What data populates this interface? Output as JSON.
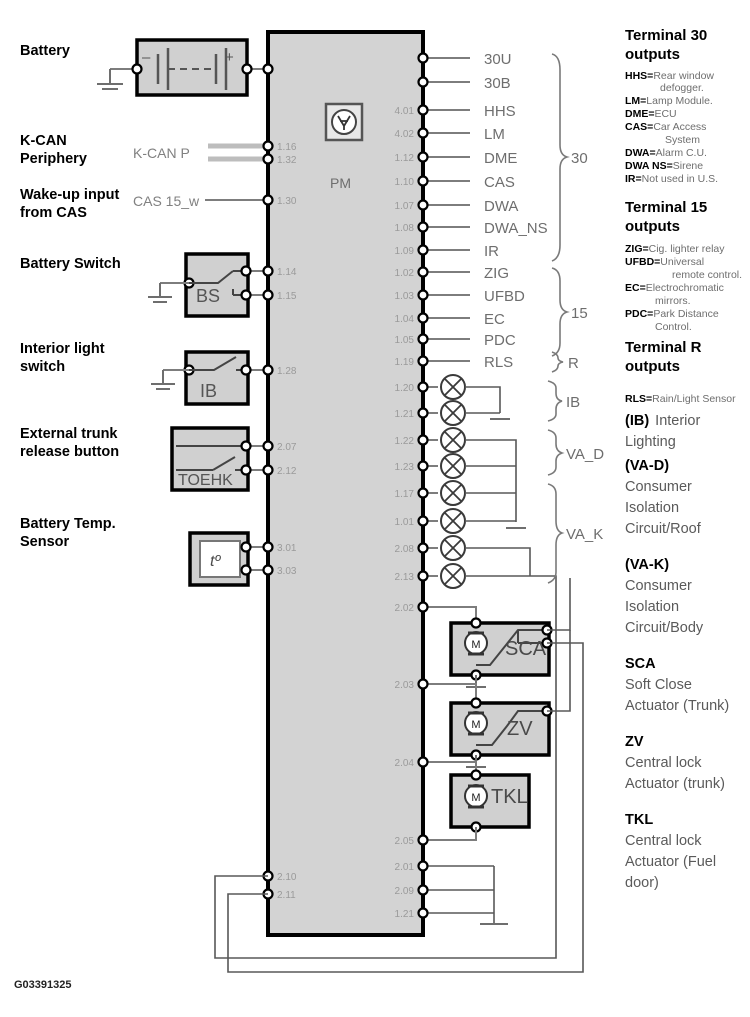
{
  "diagram": {
    "id_code": "G03391325",
    "module_label": "PM",
    "module_symbol": "microprocessor-icon"
  },
  "left_labels": [
    {
      "text": "Battery",
      "lines": [
        "Battery"
      ]
    },
    {
      "text": "K-CAN Periphery",
      "lines": [
        "K-CAN",
        "Periphery"
      ]
    },
    {
      "text": "Wake-up input from CAS",
      "lines": [
        "Wake-up input",
        "from CAS"
      ]
    },
    {
      "text": "Battery Switch",
      "lines": [
        "Battery Switch"
      ]
    },
    {
      "text": "Interior light switch",
      "lines": [
        "Interior light",
        "switch"
      ]
    },
    {
      "text": "External trunk release button",
      "lines": [
        "External trunk",
        "release button"
      ]
    },
    {
      "text": "Battery Temp. Sensor",
      "lines": [
        "Battery Temp.",
        "Sensor"
      ]
    }
  ],
  "signal_names": {
    "kcan": "K-CAN P",
    "cas15w": "CAS 15_w"
  },
  "components": {
    "battery": {
      "name": "battery",
      "minus": "–",
      "plus": "+"
    },
    "battery_switch": "BS",
    "interior_light_switch": "IB",
    "trunk_release": "TOEHK",
    "temp_sensor": "tº",
    "sca": "SCA",
    "zv": "ZV",
    "tkl": "TKL",
    "motor": "M"
  },
  "left_pins": [
    "1.16",
    "1.32",
    "1.30",
    "1.14",
    "1.15",
    "1.28",
    "2.07",
    "2.12",
    "3.01",
    "3.03",
    "2.10",
    "2.11"
  ],
  "outputs": [
    {
      "pin": "",
      "label": "30U"
    },
    {
      "pin": "",
      "label": "30B"
    },
    {
      "pin": "4.01",
      "label": "HHS"
    },
    {
      "pin": "4.02",
      "label": "LM"
    },
    {
      "pin": "1.12",
      "label": "DME"
    },
    {
      "pin": "1.10",
      "label": "CAS"
    },
    {
      "pin": "1.07",
      "label": "DWA"
    },
    {
      "pin": "1.08",
      "label": "DWA_NS"
    },
    {
      "pin": "1.09",
      "label": "IR"
    },
    {
      "pin": "1.02",
      "label": "ZIG"
    },
    {
      "pin": "1.03",
      "label": "UFBD"
    },
    {
      "pin": "1.04",
      "label": "EC"
    },
    {
      "pin": "1.05",
      "label": "PDC"
    },
    {
      "pin": "1.19",
      "label": "RLS"
    }
  ],
  "lamp_pins": [
    "1.20",
    "1.21",
    "1.22",
    "1.23",
    "1.17",
    "1.01",
    "2.08",
    "2.13"
  ],
  "actuator_pins": [
    "2.02",
    "2.03",
    "2.04",
    "2.05"
  ],
  "ground_pins": [
    "2.01",
    "2.09",
    "1.21"
  ],
  "braces": [
    {
      "label": "30"
    },
    {
      "label": "15"
    },
    {
      "label": "R"
    },
    {
      "label": "IB"
    },
    {
      "label": "VA_D"
    },
    {
      "label": "VA_K"
    }
  ],
  "legend": {
    "terminal30": {
      "heading": [
        "Terminal 30",
        "outputs"
      ],
      "entries": [
        {
          "abbr": "HHS=",
          "desc": "Rear window",
          "cont": "defogger."
        },
        {
          "abbr": "LM=",
          "desc": "Lamp Module.",
          "cont": ""
        },
        {
          "abbr": "DME=",
          "desc": "ECU",
          "cont": ""
        },
        {
          "abbr": "CAS=",
          "desc": "Car Access",
          "cont": "System"
        },
        {
          "abbr": "DWA=",
          "desc": "Alarm C.U.",
          "cont": ""
        },
        {
          "abbr": "DWA NS=",
          "desc": "Sirene",
          "cont": ""
        },
        {
          "abbr": "IR=",
          "desc": "Not used in U.S.",
          "cont": ""
        }
      ]
    },
    "terminal15": {
      "heading": [
        "Terminal 15",
        "outputs"
      ],
      "entries": [
        {
          "abbr": "ZIG=",
          "desc": "Cig. lighter relay",
          "cont": ""
        },
        {
          "abbr": "UFBD=",
          "desc": "Universal",
          "cont": "remote control."
        },
        {
          "abbr": "EC=",
          "desc": "Electrochromatic",
          "cont": "mirrors."
        },
        {
          "abbr": "PDC=",
          "desc": "Park Distance",
          "cont": "Control."
        }
      ]
    },
    "terminalR": {
      "heading": [
        "Terminal R",
        "outputs"
      ],
      "entries": [
        {
          "abbr": "RLS=",
          "desc": "Rain/Light Sensor",
          "cont": ""
        }
      ]
    },
    "blocks": [
      {
        "abbr": "(IB)",
        "lines": [
          "Interior",
          "Lighting"
        ],
        "first_inline": "Interior"
      },
      {
        "abbr": "(VA-D)",
        "lines": [
          "Consumer",
          "Isolation",
          "Circuit/Roof"
        ],
        "first_inline": ""
      },
      {
        "abbr": "(VA-K)",
        "lines": [
          "Consumer",
          "Isolation",
          "Circuit/Body"
        ],
        "first_inline": ""
      },
      {
        "abbr": "SCA",
        "lines": [
          "Soft Close",
          "Actuator (Trunk)"
        ],
        "first_inline": ""
      },
      {
        "abbr": "ZV",
        "lines": [
          "Central lock",
          "Actuator (trunk)"
        ],
        "first_inline": ""
      },
      {
        "abbr": "TKL",
        "lines": [
          "Central lock",
          "Actuator    (Fuel",
          "door)"
        ],
        "first_inline": ""
      }
    ]
  },
  "colors": {
    "module_fill": "#d3d3d3",
    "wire": "#7d7d7d",
    "text_grey": "#6e6e6e",
    "black": "#000000"
  }
}
